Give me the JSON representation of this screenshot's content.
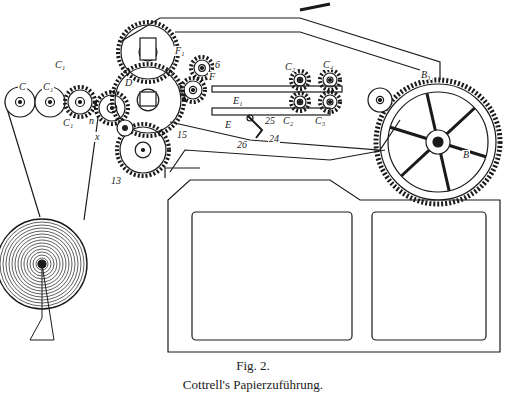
{
  "diagram": {
    "title": "Fig. 2.",
    "caption": "Cottrell's Papierzuführung.",
    "labels": [
      "C",
      "C₁",
      "C₁",
      "C₁",
      "n",
      "D",
      "x",
      "13",
      "15",
      "F₁",
      "6",
      "F",
      "E₁",
      "E",
      "25",
      "24",
      "26",
      "C₂",
      "C₂",
      "C₃",
      "C₄",
      "B₃",
      "B"
    ]
  }
}
